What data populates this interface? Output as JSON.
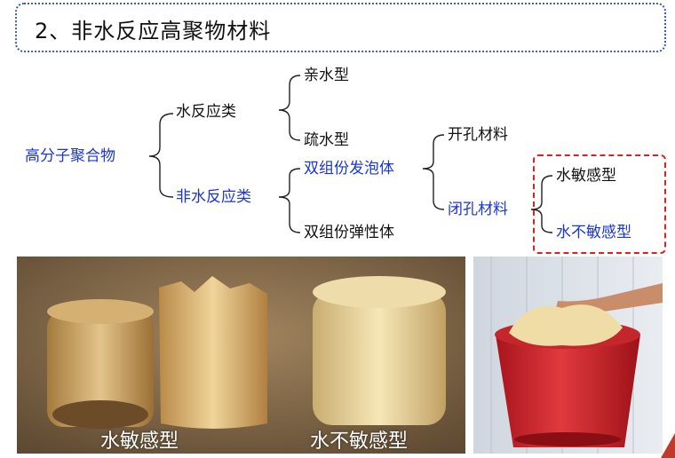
{
  "title": "2、非水反应高聚物材料",
  "tree": {
    "root": "高分子聚合物",
    "water_reactive": "水反应类",
    "hydrophilic": "亲水型",
    "hydrophobic": "疏水型",
    "non_water_reactive": "非水反应类",
    "two_component_foam": "双组份发泡体",
    "two_component_elastomer": "双组份弹性体",
    "open_cell": "开孔材料",
    "closed_cell": "闭孔材料",
    "water_sensitive": "水敏感型",
    "water_insensitive": "水不敏感型"
  },
  "photos": {
    "left_caption_1": "水敏感型",
    "left_caption_2": "水不敏感型"
  },
  "colors": {
    "blue_text": "#1a35d8",
    "highlight_border": "#e02020",
    "title_border": "#3a5bbf"
  }
}
